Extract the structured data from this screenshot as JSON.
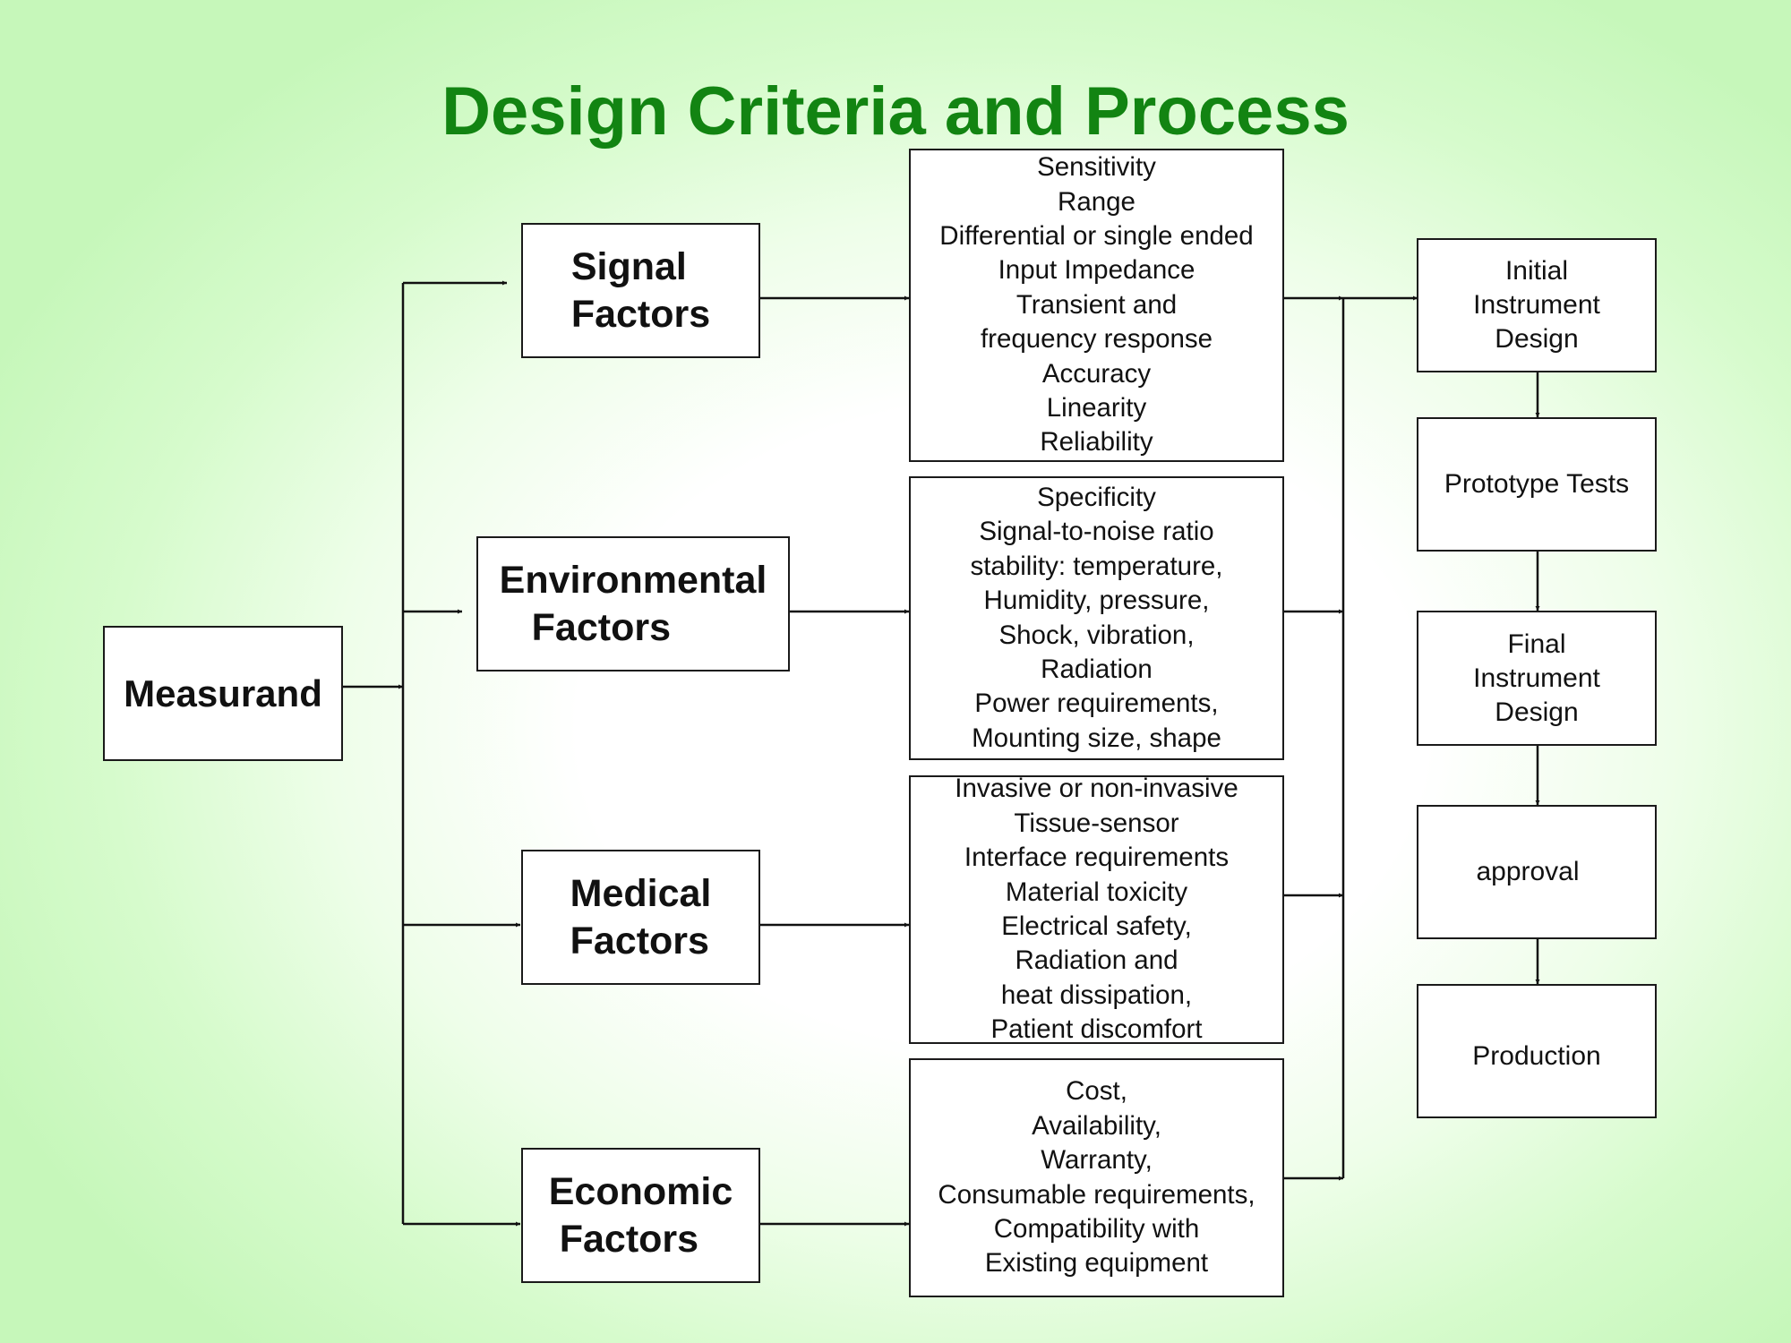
{
  "title": "Design Criteria and Process",
  "measurand": "Measurand",
  "factors": {
    "signal": [
      "Signal",
      "Factors"
    ],
    "environmental": [
      "Environmental",
      "Factors"
    ],
    "medical": [
      "Medical",
      "Factors"
    ],
    "economic": [
      "Economic",
      "Factors"
    ]
  },
  "criteria": {
    "signal": [
      "Sensitivity",
      "Range",
      "Differential or single ended",
      "Input Impedance",
      "Transient and",
      "frequency response",
      "Accuracy",
      "Linearity",
      "Reliability"
    ],
    "environmental": [
      "Specificity",
      "Signal-to-noise ratio",
      "stability: temperature,",
      "Humidity, pressure,",
      "Shock, vibration,",
      "Radiation",
      "Power requirements,",
      "Mounting size, shape"
    ],
    "medical": [
      "Invasive or non-invasive",
      "Tissue-sensor",
      "Interface requirements",
      "Material toxicity",
      "Electrical safety,",
      "Radiation and",
      "heat dissipation,",
      "Patient discomfort"
    ],
    "economic": [
      "Cost,",
      "Availability,",
      "Warranty,",
      "Consumable requirements,",
      "Compatibility  with",
      "Existing equipment"
    ]
  },
  "process": {
    "initial": [
      "Initial",
      "Instrument",
      "Design"
    ],
    "prototype": "Prototype Tests",
    "final": [
      "Final",
      "Instrument",
      "Design"
    ],
    "approval": "approval",
    "production": "Production"
  }
}
